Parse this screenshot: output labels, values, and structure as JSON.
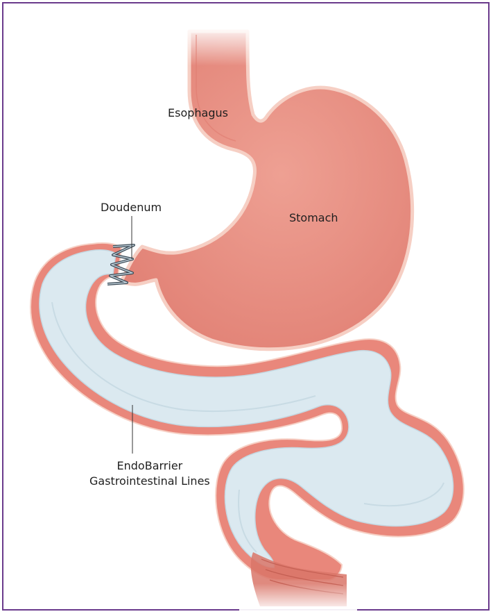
{
  "labels": {
    "esophagus": "Esophagus",
    "stomach": "Stomach",
    "duodenum": "Doudenum",
    "liner_line1": "EndoBarrier",
    "liner_line2": "Gastrointestinal Lines"
  },
  "colors": {
    "frame": "#6a3a8c",
    "stomach_fill": "#e98e82",
    "stomach_outline": "#f4c5b8",
    "outer_wall": "#e9877b",
    "liner_fill": "#dbe9f0",
    "anchor": "#3b4a55",
    "leader_line": "#333333"
  }
}
